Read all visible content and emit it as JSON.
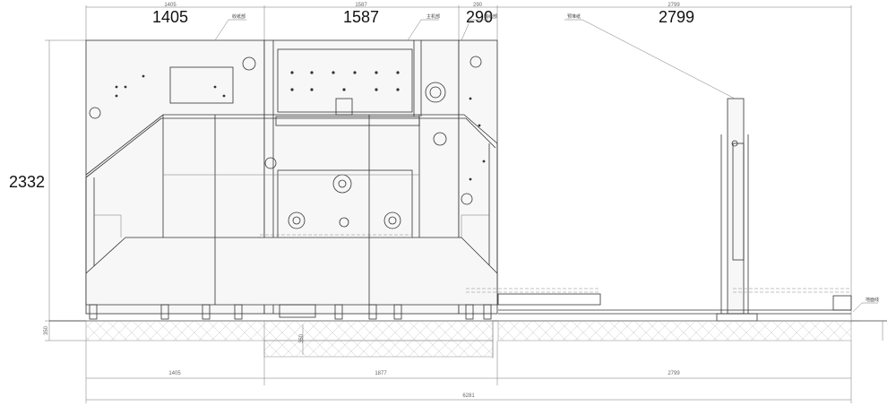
{
  "dimensions": {
    "top_large": [
      "1405",
      "1587",
      "290",
      "2799"
    ],
    "top_small": [
      "1405",
      "1587",
      "290",
      "2799"
    ],
    "height_large": "2332",
    "height_small": "350",
    "pit_depth": "350",
    "bottom_row": [
      "1405",
      "1877",
      "2799"
    ],
    "overall": "6281"
  },
  "labels": {
    "delivery": "收纸部",
    "main_unit": "主机部",
    "feeding": "输纸部",
    "pre_stack": "预堆纸",
    "ground": "地面线"
  }
}
